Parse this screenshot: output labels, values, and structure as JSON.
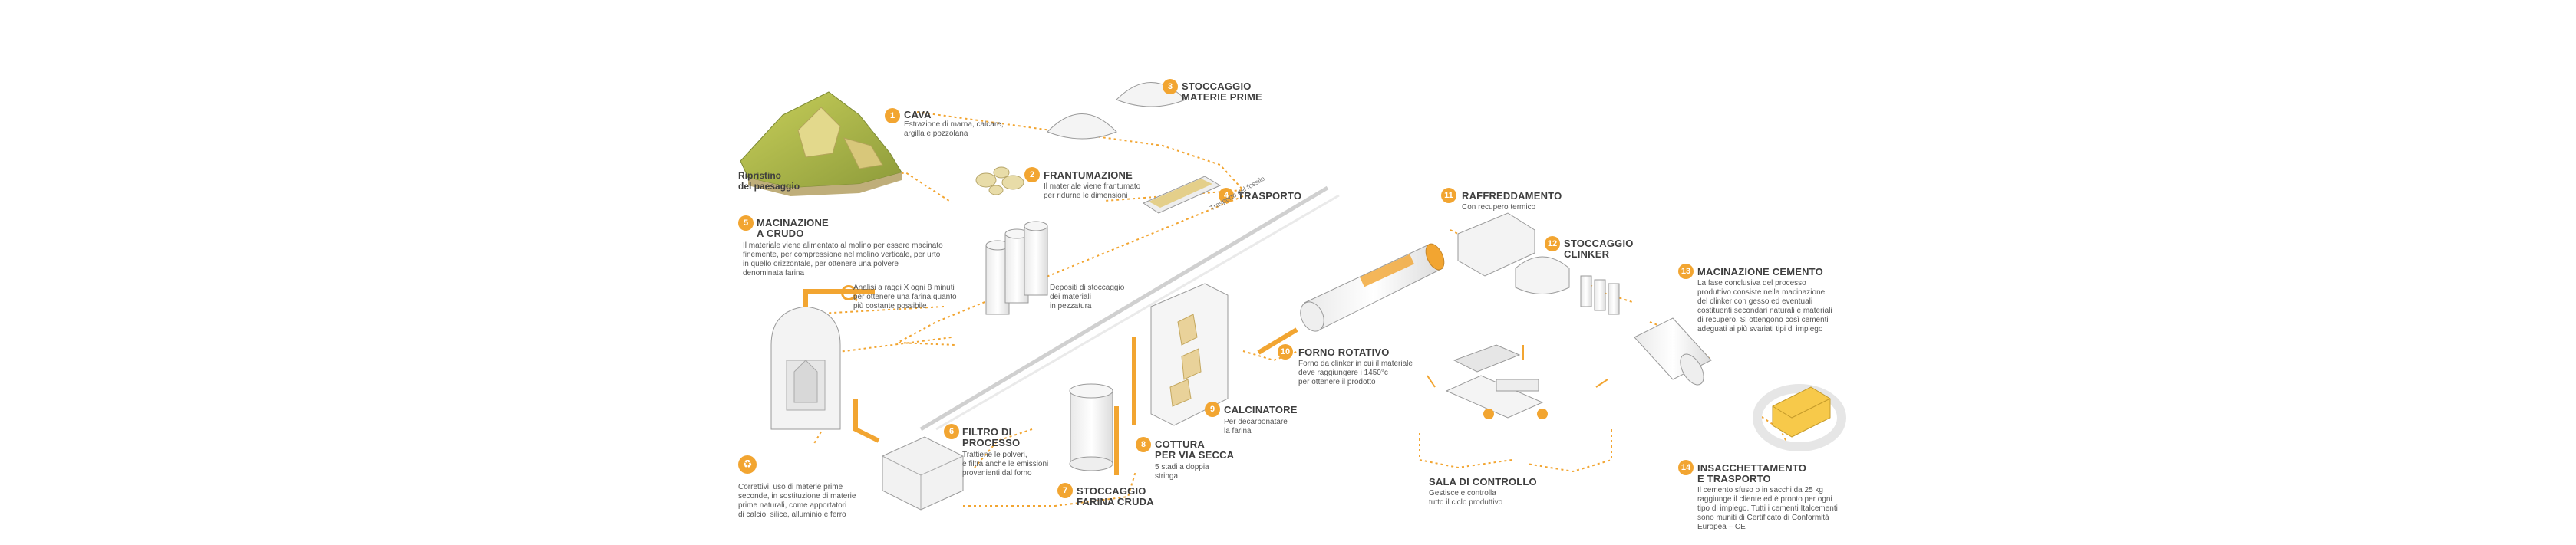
{
  "steps": [
    {
      "num": "1",
      "title": "CAVA",
      "desc": "Estrazione di marna, calcare,\nargilla e pozzolana"
    },
    {
      "num": "2",
      "title": "FRANTUMAZIONE",
      "desc": "Il materiale viene frantumato\nper ridurne le dimensioni"
    },
    {
      "num": "3",
      "title": "STOCCAGGIO\nMATERIE PRIME",
      "desc": ""
    },
    {
      "num": "4",
      "title": "TRASPORTO",
      "desc": ""
    },
    {
      "num": "5",
      "title": "MACINAZIONE\nA CRUDO",
      "desc": "Il materiale viene alimentato al molino per essere macinato\nfinemente, per compressione nel molino verticale, per urto\nin quello orizzontale, per ottenere una polvere\ndenominata farina"
    },
    {
      "num": "6",
      "title": "FILTRO DI\nPROCESSO",
      "desc": "Trattiene le polveri,\ne filtra anche le emissioni\nprovenienti dal forno"
    },
    {
      "num": "7",
      "title": "STOCCAGGIO\nFARINA CRUDA",
      "desc": ""
    },
    {
      "num": "8",
      "title": "COTTURA\nPER VIA SECCA",
      "desc": "5 stadi a doppia\nstringa"
    },
    {
      "num": "9",
      "title": "CALCINATORE",
      "desc": "Per decarbonatare\nla farina"
    },
    {
      "num": "10",
      "title": "FORNO ROTATIVO",
      "desc": "Forno da clinker in cui il materiale\ndeve raggiungere i 1450°c\nper ottenere il prodotto"
    },
    {
      "num": "11",
      "title": "RAFFREDDAMENTO",
      "desc": "Con recupero termico"
    },
    {
      "num": "12",
      "title": "STOCCAGGIO\nCLINKER",
      "desc": ""
    },
    {
      "num": "13",
      "title": "MACINAZIONE CEMENTO",
      "desc": "La fase conclusiva del processo\nproduttivo consiste nella macinazione\ndel clinker con gesso ed eventuali\ncostituenti secondari naturali e materiali\ndi recupero. Si ottengono così cementi\nadeguati ai più svariati tipi di impiego"
    },
    {
      "num": "14",
      "title": "INSACCHETTAMENTO\nE TRASPORTO",
      "desc": "Il cemento sfuso o in sacchi da 25 kg\nraggiunge il cliente ed è pronto per ogni\ntipo di impiego. Tutti i cementi Italcementi\nsono muniti di Certificato di Conformità\nEuropea – CE"
    }
  ],
  "extra": {
    "ripristino": "Ripristino\ndel paesaggio",
    "analisi": "Analisi a raggi X ogni 8 minuti\nper ottenere una farina quanto\npiù costante possibile",
    "depositi": "Depositi di stoccaggio\ndei materiali\nin pezzatura",
    "correttivi": "Correttivi, uso di materie prime\nseconde, in sostituzione di materie\nprime naturali, come apportatori\ndi calcio, silice, alluminio e ferro",
    "sala_title": "SALA DI CONTROLLO",
    "sala_desc": "Gestisce e controlla\ntutto il ciclo produttivo",
    "belt_label": "Trasporto del fossile"
  },
  "colors": {
    "accent": "#f2a531",
    "line": "#cfcfcf",
    "outline": "#8d8d8d",
    "text": "#3e3e3e"
  },
  "icons": {
    "analysis": "magnifier-icon",
    "recycle": "recycle-icon"
  }
}
